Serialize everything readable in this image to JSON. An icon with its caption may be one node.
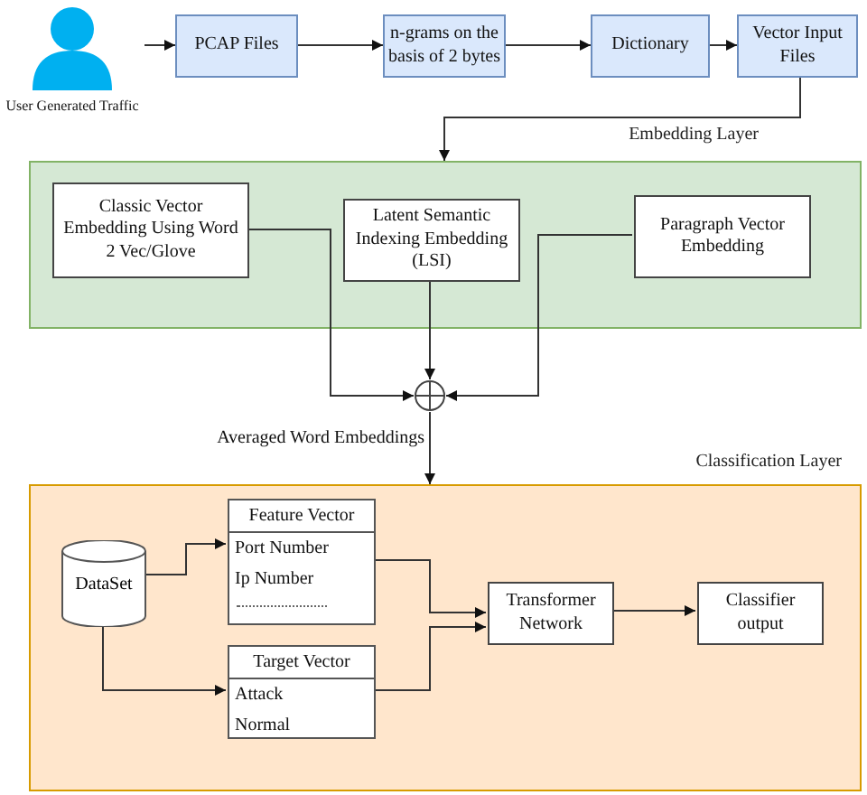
{
  "diagram": {
    "nodes": [
      {
        "text": [
          "User Generated Traffic"
        ]
      },
      {
        "text": [
          "PCAP Files"
        ]
      },
      {
        "text": [
          "n-grams on the basis of 2 bytes"
        ]
      },
      {
        "text": [
          "Dictionary"
        ]
      },
      {
        "text": [
          "Vector Input Files"
        ]
      },
      {
        "text": [
          "Embedding Layer"
        ]
      },
      {
        "text": [
          "Classic Vector Embedding Using Word 2 Vec/Glove"
        ],
        "in": 5
      },
      {
        "text": [
          "Latent Semantic Indexing Embedding (LSI)"
        ],
        "in": 5
      },
      {
        "text": [
          "Paragraph Vector Embedding"
        ],
        "in": 5
      },
      {
        "text": [],
        "shape": "circle"
      },
      {
        "text": [
          "Classification Layer"
        ]
      },
      {
        "text": [
          "DataSet"
        ],
        "in": 10
      },
      {
        "text": [
          "Feature Vector",
          "Port Number",
          "Ip Number"
        ],
        "in": 10
      },
      {
        "text": [
          "Target Vector",
          "Attack",
          "Normal"
        ],
        "in": 10
      },
      {
        "text": [
          "Transformer Network"
        ],
        "in": 10
      },
      {
        "text": [
          "Classifier output"
        ],
        "in": 10
      }
    ],
    "edges": [
      {
        "from": 0,
        "to": 1,
        "arrow": "to"
      },
      {
        "from": 1,
        "to": 2,
        "arrow": "to"
      },
      {
        "from": 2,
        "to": 3,
        "arrow": "to"
      },
      {
        "from": 3,
        "to": 4,
        "arrow": "to"
      },
      {
        "from": 4,
        "to": 5,
        "arrow": "to"
      },
      {
        "from": 6,
        "to": 9,
        "arrow": "to"
      },
      {
        "from": 7,
        "to": 9,
        "arrow": "to"
      },
      {
        "from": 8,
        "to": 9,
        "arrow": "to"
      },
      {
        "from": 9,
        "to": 10,
        "arrow": "to",
        "label": "Averaged Word Embeddings"
      },
      {
        "from": 11,
        "to": 12,
        "arrow": "to"
      },
      {
        "from": 11,
        "to": 13,
        "arrow": "to"
      },
      {
        "from": 12,
        "to": 14,
        "arrow": "to"
      },
      {
        "from": 13,
        "to": 14,
        "arrow": "to"
      },
      {
        "from": 14,
        "to": 15,
        "arrow": "to"
      }
    ]
  }
}
